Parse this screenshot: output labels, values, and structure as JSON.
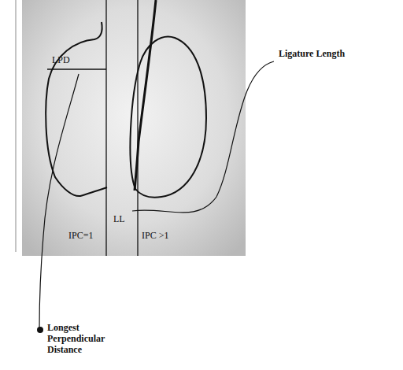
{
  "diagram": {
    "labels": [
      "LPD",
      "LL",
      "IPC=1",
      "IPC >1",
      "Ligature Length",
      "Longest Perpendicular Distance"
    ]
  }
}
